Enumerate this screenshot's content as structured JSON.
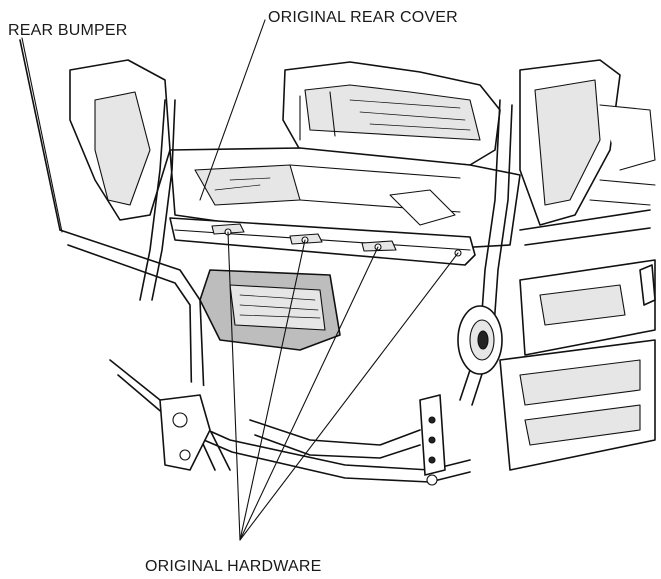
{
  "labels": {
    "rear_bumper": "REAR BUMPER",
    "original_rear_cover": "ORIGINAL REAR COVER",
    "original_hardware": "ORIGINAL HARDWARE"
  },
  "colors": {
    "line": "#111111",
    "background": "#ffffff"
  }
}
